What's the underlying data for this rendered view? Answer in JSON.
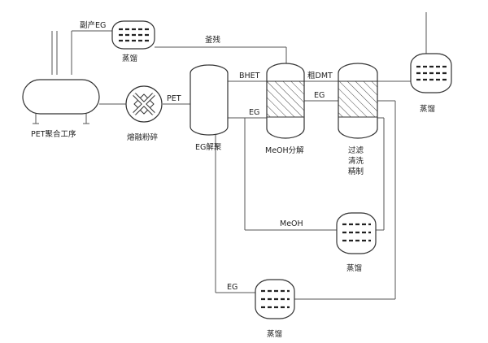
{
  "labels": {
    "byproduct_eg": "副产EG",
    "distill_top": "蒸馏",
    "residue": "釜残",
    "pet_polymerization": "PET聚合工序",
    "pet_stream": "PET",
    "melt_crush": "熔融粉碎",
    "eg_depoly": "EG解聚",
    "bhet": "BHET",
    "eg_to_meoh": "EG",
    "crude_dmt": "粗DMT",
    "eg_from_filter": "EG",
    "meoh_decomp": "MeOH分解",
    "filter_line1": "过滤",
    "filter_line2": "清洗",
    "filter_line3": "精制",
    "distill_right": "蒸馏",
    "meoh": "MeOH",
    "distill_mid": "蒸馏",
    "eg_bottom": "EG",
    "distill_bottom": "蒸馏"
  }
}
